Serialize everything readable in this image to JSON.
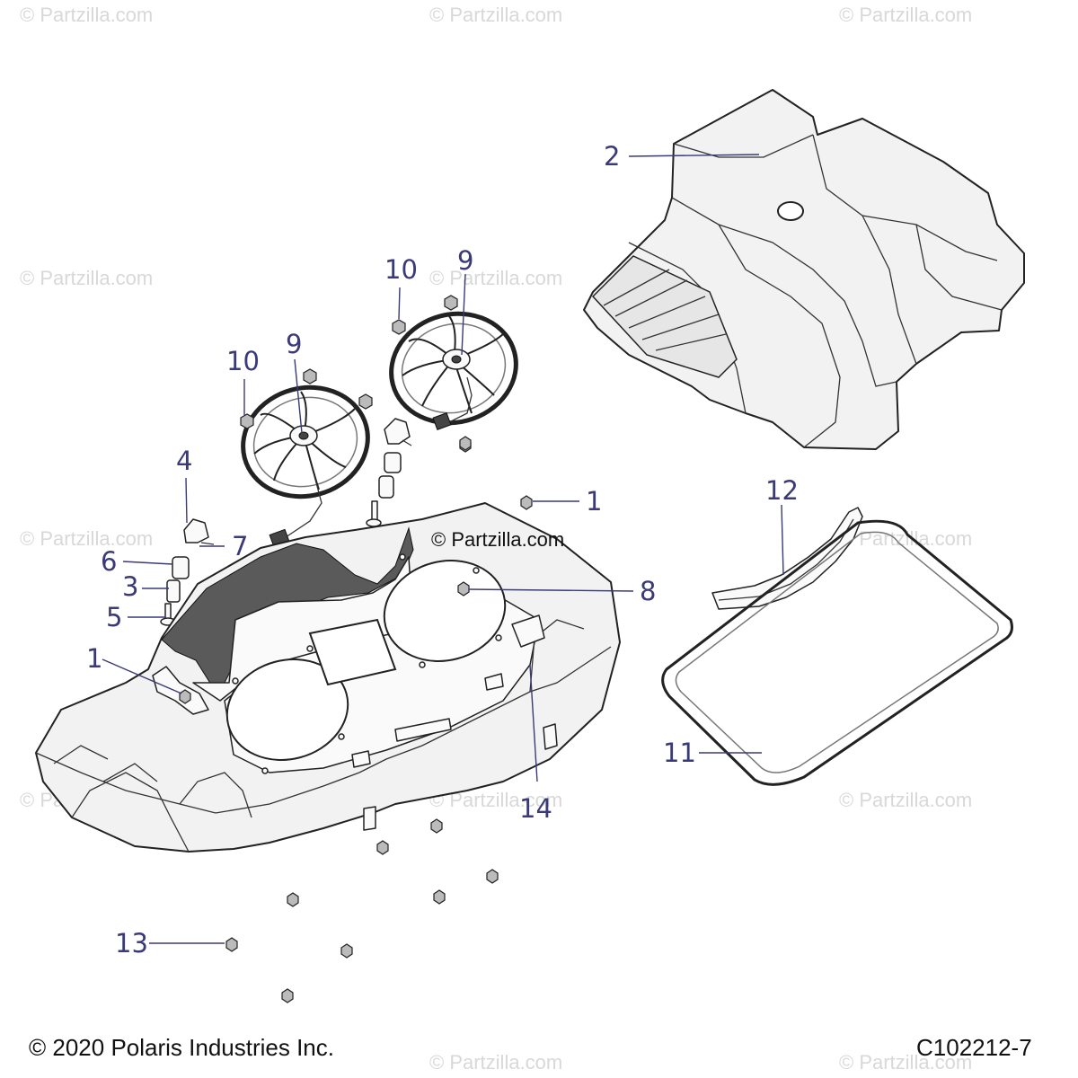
{
  "watermark": {
    "text": "© Partzilla.com"
  },
  "center_watermark": {
    "text": "© Partzilla.com"
  },
  "callouts": {
    "c1a": "1",
    "c1b": "1",
    "c2": "2",
    "c3": "3",
    "c4": "4",
    "c5": "5",
    "c6": "6",
    "c7": "7",
    "c8": "8",
    "c9a": "9",
    "c9b": "9",
    "c10a": "10",
    "c10b": "10",
    "c11": "11",
    "c12": "12",
    "c13": "13",
    "c14": "14"
  },
  "footer": {
    "copyright": "© 2020 Polaris Industries Inc.",
    "diagram_code": "C102212-7"
  }
}
